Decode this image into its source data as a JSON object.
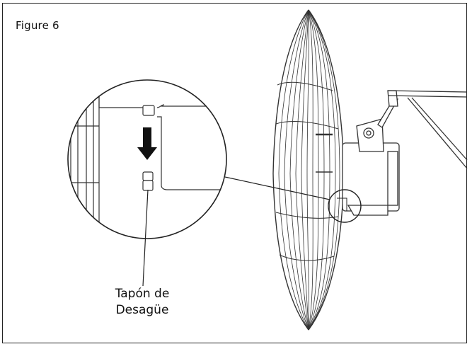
{
  "figure": {
    "title": "Figure 6",
    "callout": {
      "line1": "Tapón de",
      "line2": "Desagüe"
    }
  },
  "colors": {
    "ink": "#222222",
    "background": "#ffffff"
  }
}
